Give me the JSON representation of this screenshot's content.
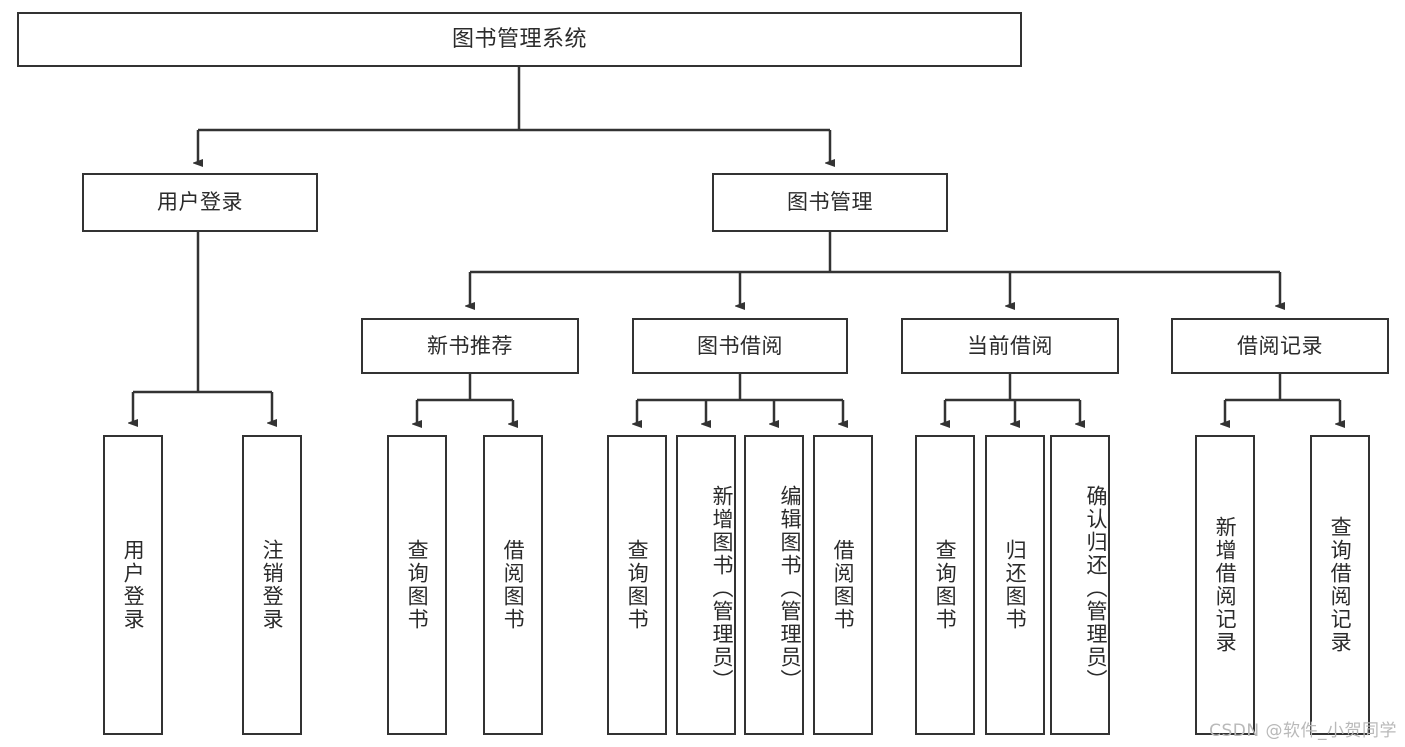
{
  "diagram": {
    "title": "图书管理系统",
    "type": "tree-hierarchy",
    "colors": {
      "border": "#333333",
      "fill": "#ffffff",
      "text": "#2b2b2b",
      "edge": "#333333",
      "watermark": "#b9b9b9"
    },
    "nodes": {
      "root": {
        "label": "图书管理系统"
      },
      "level2": [
        {
          "label": "用户登录"
        },
        {
          "label": "图书管理"
        }
      ],
      "level3": [
        {
          "label": "新书推荐"
        },
        {
          "label": "图书借阅"
        },
        {
          "label": "当前借阅"
        },
        {
          "label": "借阅记录"
        }
      ],
      "leaves": {
        "user_login": [
          {
            "label": "用户登录"
          },
          {
            "label": "注销登录"
          }
        ],
        "new_book_recommend": [
          {
            "label": "查询图书"
          },
          {
            "label": "借阅图书"
          }
        ],
        "book_borrow": [
          {
            "label": "查询图书"
          },
          {
            "label": "新增图书（管理员）"
          },
          {
            "label": "编辑图书（管理员）"
          },
          {
            "label": "借阅图书"
          }
        ],
        "current_borrow": [
          {
            "label": "查询图书"
          },
          {
            "label": "归还图书"
          },
          {
            "label": "确认归还（管理员）"
          }
        ],
        "borrow_record": [
          {
            "label": "新增借阅记录"
          },
          {
            "label": "查询借阅记录"
          }
        ]
      }
    },
    "watermark": "CSDN @软件_小贺同学"
  }
}
